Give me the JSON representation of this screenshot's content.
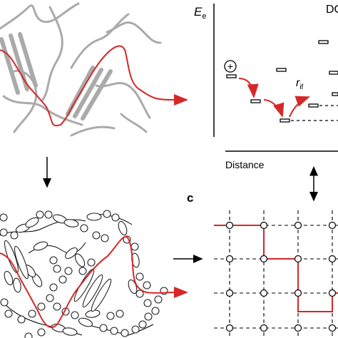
{
  "labels": {
    "energy_axis_main": "E",
    "energy_axis_sub": "e",
    "panel_top_right_partial": "DO",
    "distance_axis": "Distance",
    "panel_c": "c",
    "hop_label_main": "r",
    "hop_label_sub": "if",
    "charge_symbol": "+"
  },
  "colors": {
    "path": "#d62728",
    "polymer": "#aaaaaa",
    "ink": "#000000"
  },
  "icons": {
    "down_arrow": "down-arrow-icon",
    "right_arrow": "right-arrow-icon",
    "up_down_arrow": "up-down-arrow-icon"
  }
}
